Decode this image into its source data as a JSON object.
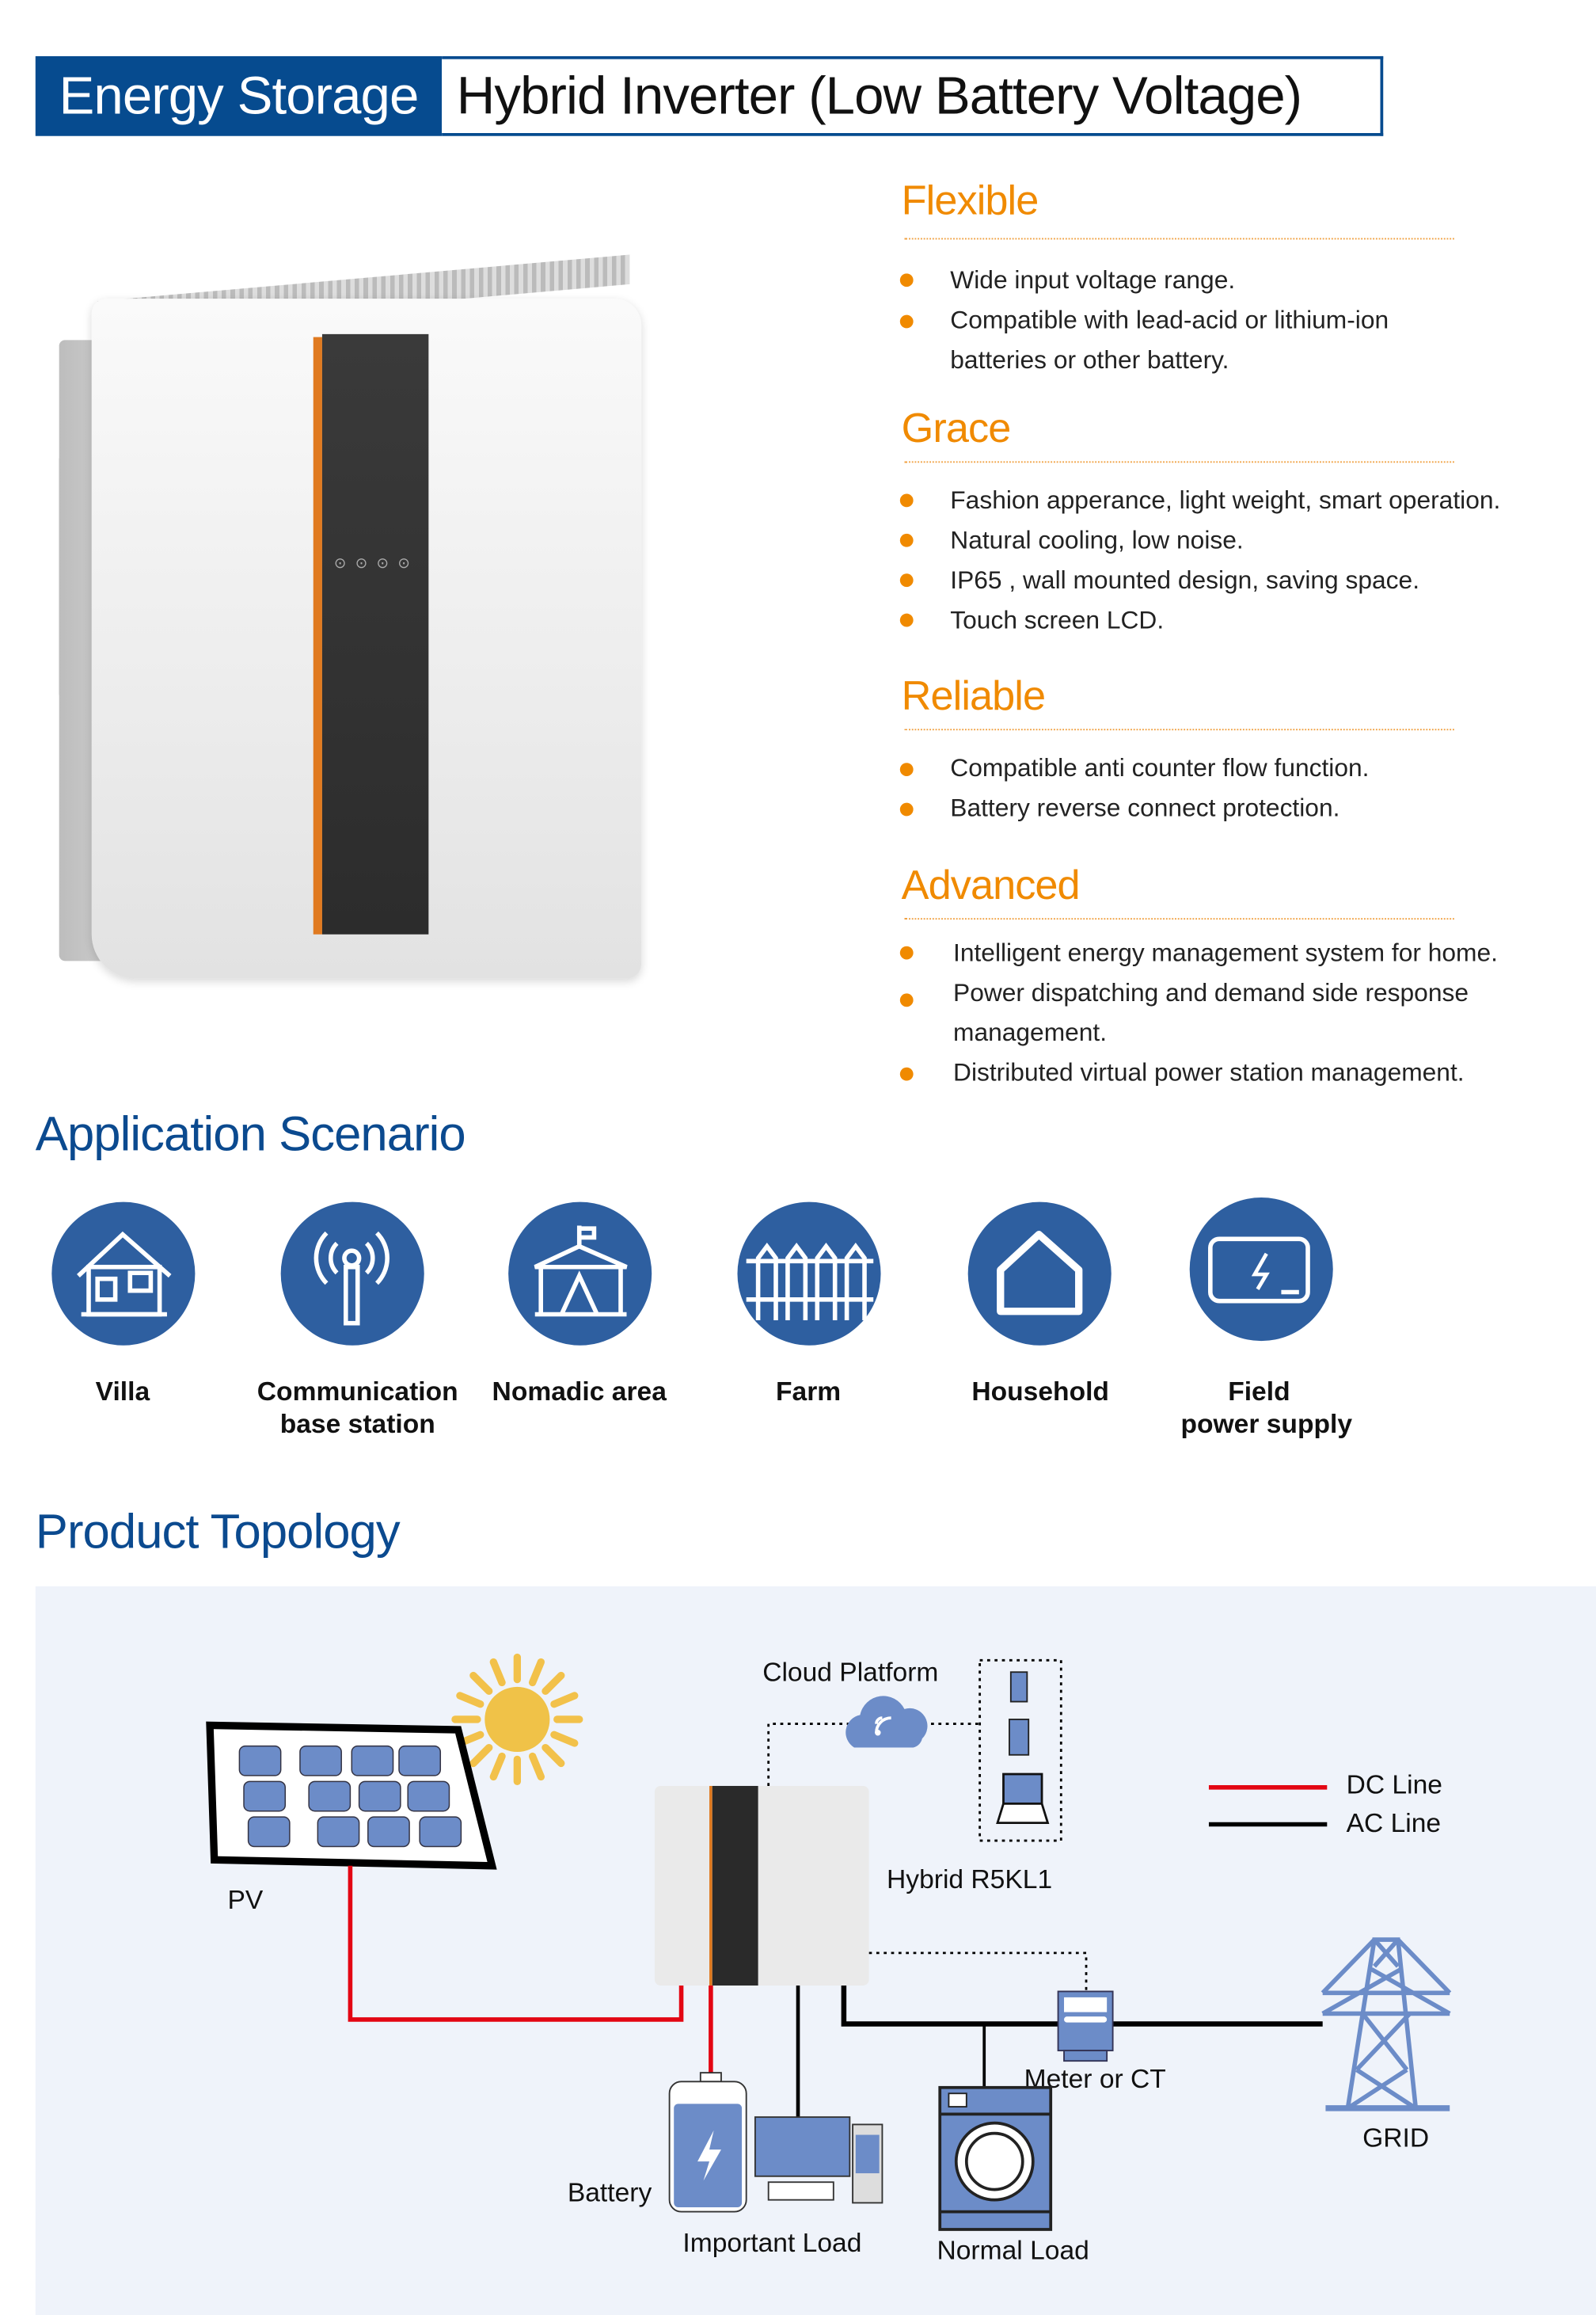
{
  "header": {
    "category": "Energy Storage",
    "title": "Hybrid Inverter (Low Battery Voltage)"
  },
  "features": [
    {
      "heading": "Flexible",
      "items": [
        "Wide input voltage range.",
        "Compatible with lead-acid or lithium-ion",
        "batteries or other battery."
      ]
    },
    {
      "heading": "Grace",
      "items": [
        "Fashion apperance, light weight, smart operation.",
        "Natural cooling, low noise.",
        "IP65 , wall mounted design, saving space.",
        "Touch screen LCD."
      ]
    },
    {
      "heading": "Reliable",
      "items": [
        "Compatible anti counter flow function.",
        "Battery reverse connect protection."
      ]
    },
    {
      "heading": "Advanced",
      "items": [
        "Intelligent energy management system for home.",
        "Power dispatching and demand side response",
        "management.",
        "Distributed virtual power station management."
      ]
    }
  ],
  "application": {
    "title": "Application Scenario",
    "items": [
      {
        "label": "Villa",
        "icon": "villa-icon"
      },
      {
        "label": "Communication",
        "label2": "base station",
        "icon": "antenna-icon"
      },
      {
        "label": "Nomadic area",
        "icon": "tent-icon"
      },
      {
        "label": "Farm",
        "icon": "fence-icon"
      },
      {
        "label": "Household",
        "icon": "house-icon"
      },
      {
        "label": "Field",
        "label2": "power supply",
        "icon": "power-screen-icon"
      }
    ]
  },
  "topology": {
    "title": "Product Topology",
    "labels": {
      "cloud": "Cloud Platform",
      "pv": "PV",
      "inverter": "Hybrid R5KL1",
      "dc": "DC Line",
      "ac": "AC Line",
      "meter": "Meter or CT",
      "grid": "GRID",
      "battery": "Battery",
      "important": "Important Load",
      "normal": "Normal Load"
    }
  },
  "colors": {
    "brand_blue": "#064b8f",
    "accent_orange": "#f08a00",
    "icon_blue": "#2e5fa0",
    "dc_line": "#e30613",
    "ac_line": "#000000"
  }
}
